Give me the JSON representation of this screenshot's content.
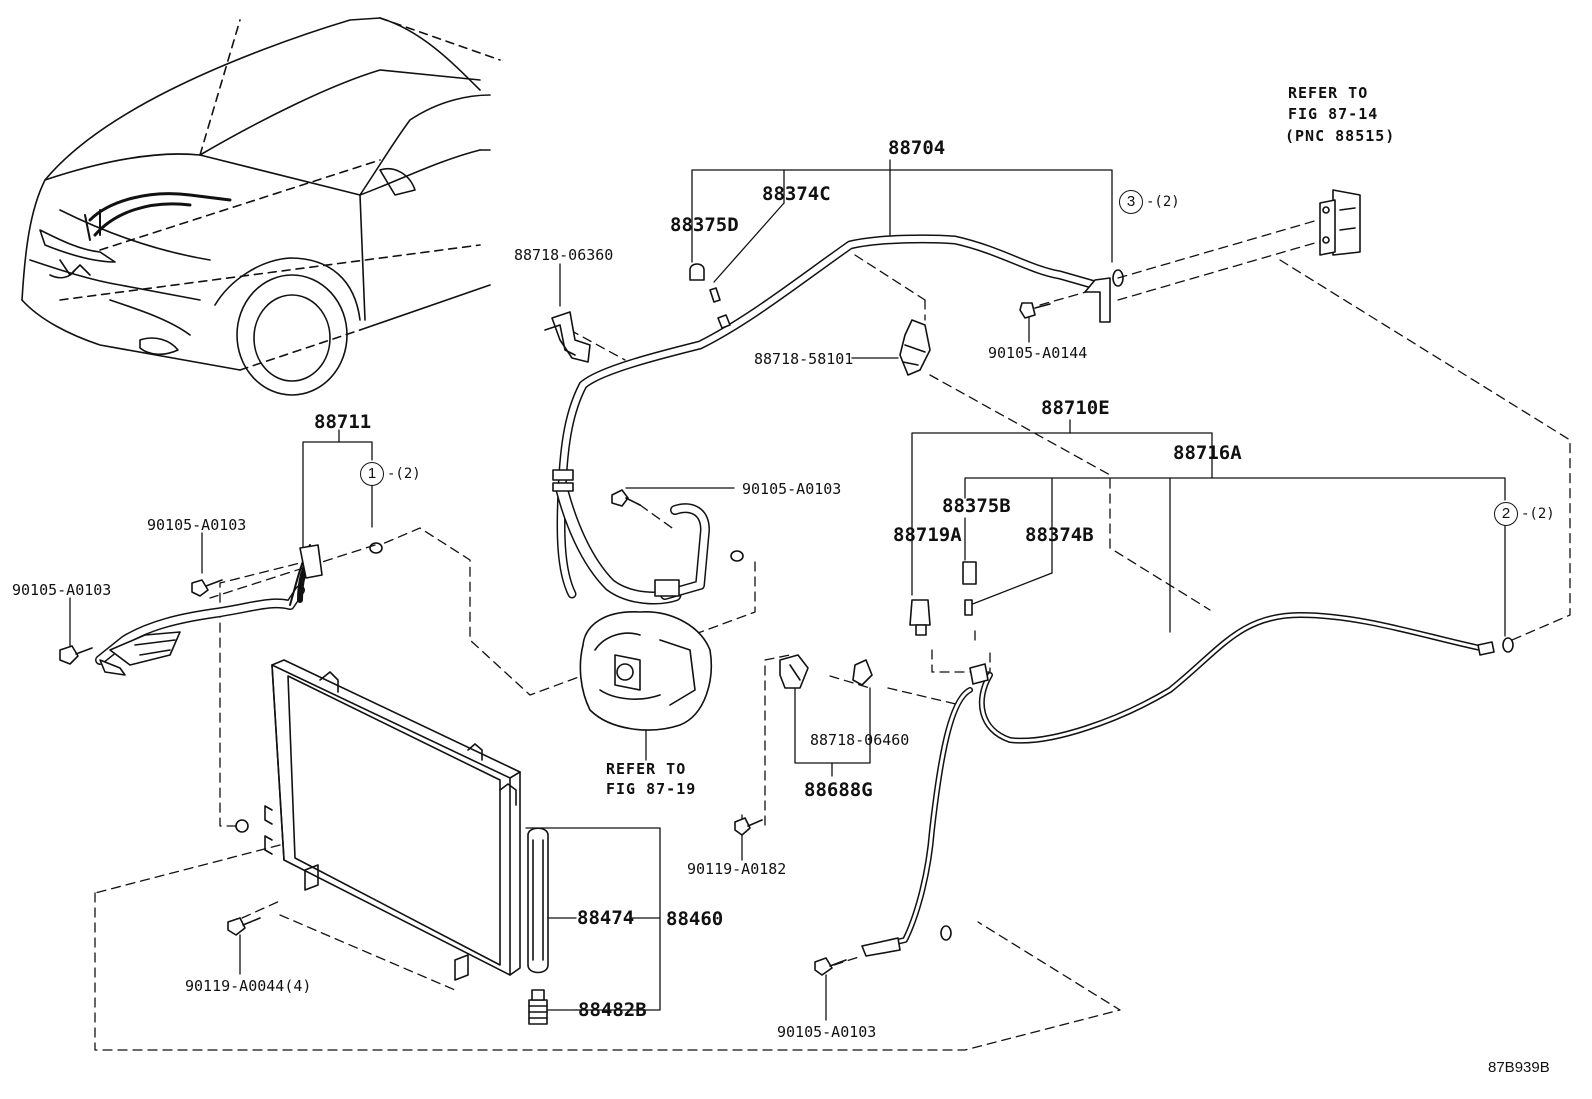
{
  "diagram": {
    "figure_code": "87B939B",
    "parts": {
      "p88704": "88704",
      "p88374C": "88374C",
      "p88375D": "88375D",
      "p88718_06360": "88718-06360",
      "p88718_58101": "88718-58101",
      "p90105_A0144": "90105-A0144",
      "p88711": "88711",
      "p90105_A0103_a": "90105-A0103",
      "p90105_A0103_b": "90105-A0103",
      "p90105_A0103_c": "90105-A0103",
      "p90105_A0103_d": "90105-A0103",
      "p88710E": "88710E",
      "p88716A": "88716A",
      "p88375B": "88375B",
      "p88719A": "88719A",
      "p88374B": "88374B",
      "p88718_06460": "88718-06460",
      "p88688G": "88688G",
      "p90119_A0182": "90119-A0182",
      "p88474": "88474",
      "p88460": "88460",
      "p88482B": "88482B",
      "p90119_A0044": "90119-A0044(4)"
    },
    "refs": {
      "ref_87_14_line1": "REFER TO",
      "ref_87_14_line2": "FIG 87-14",
      "ref_87_14_line3": "(PNC 88515)",
      "ref_87_19_line1": "REFER TO",
      "ref_87_19_line2": "FIG 87-19"
    },
    "callouts": {
      "c1_num": "1",
      "c1_qty": "-(2)",
      "c2_num": "2",
      "c2_qty": "-(2)",
      "c3_num": "3",
      "c3_qty": "-(2)"
    }
  }
}
